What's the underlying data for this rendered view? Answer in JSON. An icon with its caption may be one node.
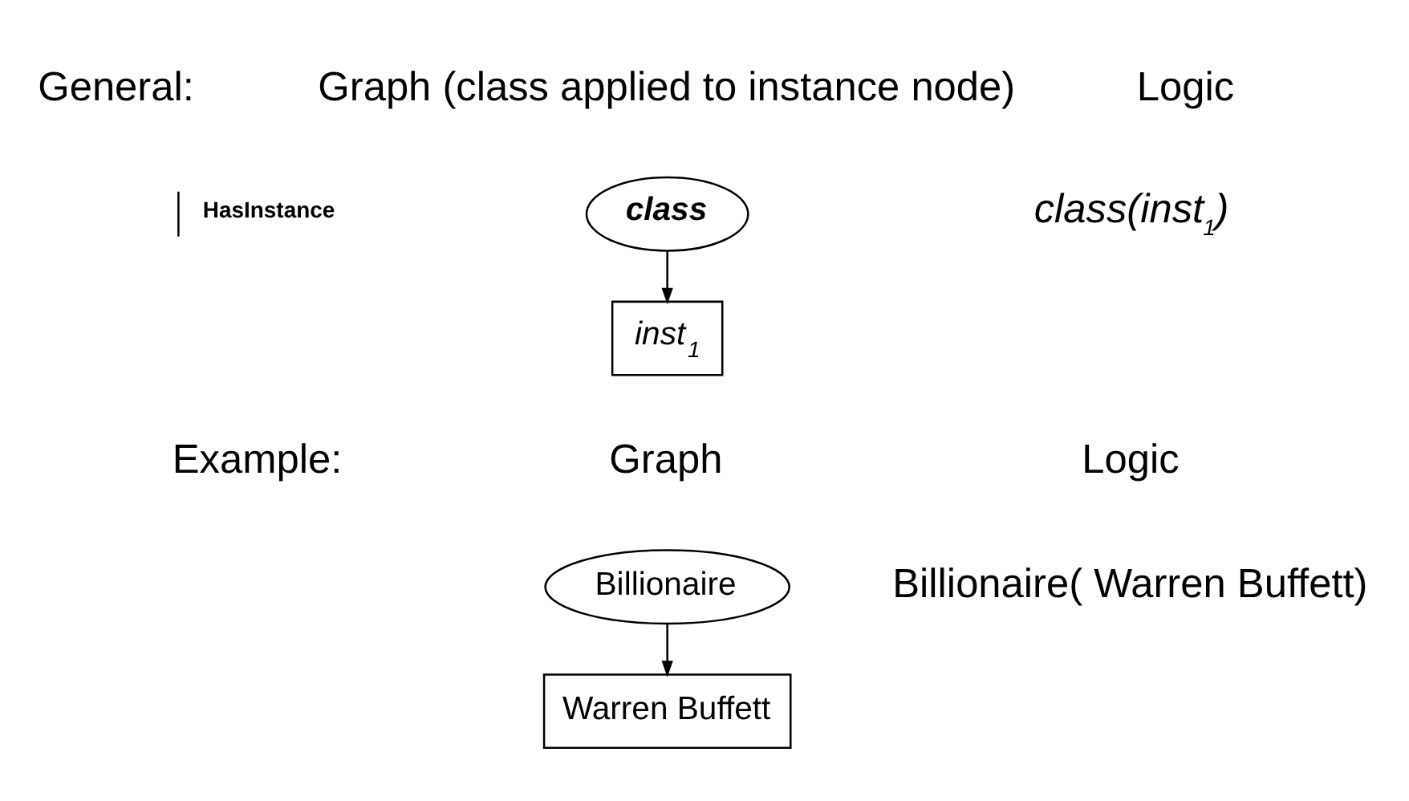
{
  "diagram": {
    "nodes": [
      {
        "text": [
          "class"
        ]
      },
      {
        "text": [
          "inst$_{1}$"
        ]
      },
      {
        "text": [
          "Billionaire"
        ]
      },
      {
        "text": [
          "Warren Buffett"
        ]
      }
    ],
    "edges": [
      {
        "from": 0,
        "to": 1,
        "arrow": "to"
      },
      {
        "from": 2,
        "to": 3,
        "arrow": "to"
      }
    ],
    "labels": [
      "General:",
      "Graph (class applied to instance node)",
      "Logic",
      "class(inst$_{1}$)",
      "Example:",
      "Graph",
      "Logic",
      "Billionaire( Warren Buffett)"
    ],
    "legend": [
      {
        "text": "HasInstance"
      }
    ]
  }
}
